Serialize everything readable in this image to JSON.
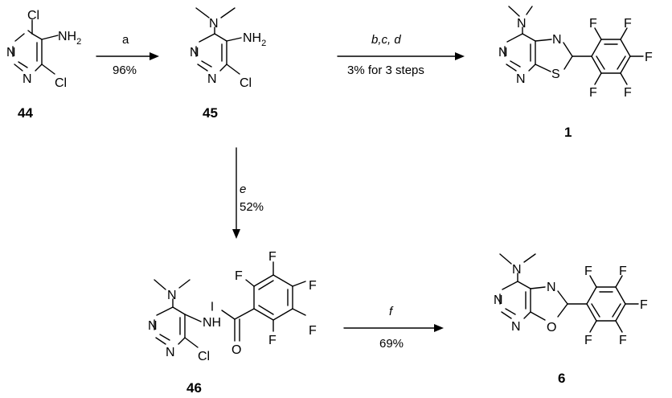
{
  "compounds": {
    "c44": {
      "label": "44"
    },
    "c45": {
      "label": "45"
    },
    "c1": {
      "label": "1"
    },
    "c46": {
      "label": "46"
    },
    "c6": {
      "label": "6"
    }
  },
  "atoms": {
    "N": "N",
    "NH": "NH",
    "Cl": "Cl",
    "F": "F",
    "S": "S",
    "O": "O",
    "two": "2"
  },
  "arrows": {
    "a": {
      "reagent": "a",
      "yield": "96%"
    },
    "bcd": {
      "reagent": "b,c, d",
      "yield": "3% for 3 steps"
    },
    "e": {
      "reagent": "e",
      "yield": "52%"
    },
    "f": {
      "reagent": "f",
      "yield": "69%"
    }
  }
}
